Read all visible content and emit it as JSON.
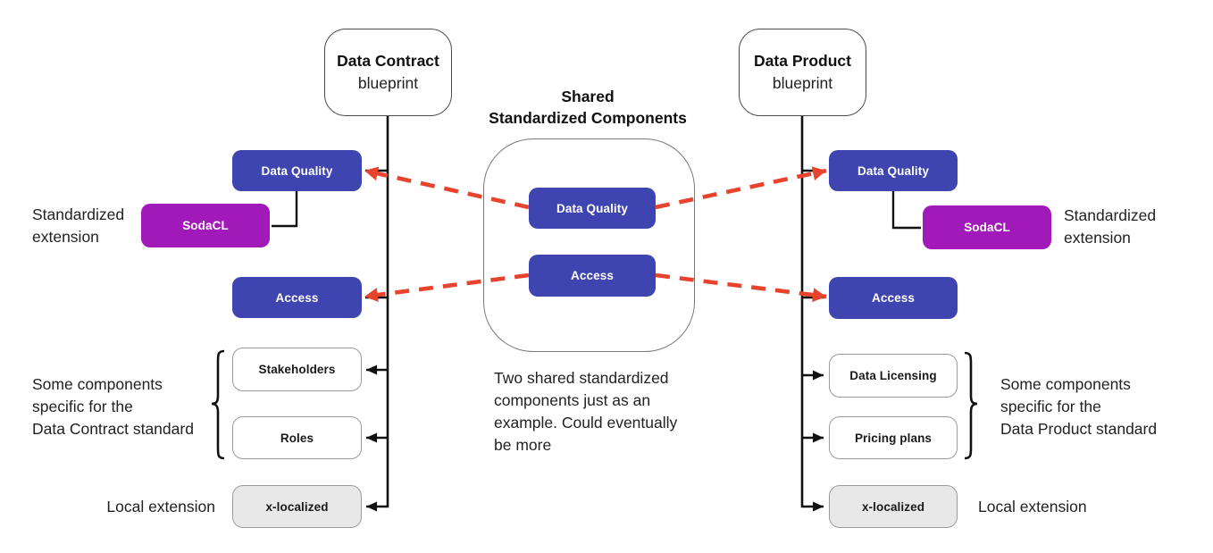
{
  "colors": {
    "blue": "#3F45B0",
    "purple": "#A219B9",
    "red": "#E8432C",
    "graybox": "#E8E8E8"
  },
  "center": {
    "title": "Shared\nStandardized Components",
    "boxes": {
      "data_quality": "Data Quality",
      "access": "Access"
    },
    "note": "Two shared standardized\ncomponents just as an\nexample. Could eventually\nbe more"
  },
  "left": {
    "blueprint_title": "Data Contract",
    "blueprint_subtitle": "blueprint",
    "boxes": {
      "data_quality": "Data Quality",
      "sodacl": "SodaCL",
      "access": "Access",
      "specific_items": [
        "Stakeholders",
        "Roles"
      ],
      "local": "x-localized"
    },
    "labels": {
      "standardized_extension": "Standardized\nextension",
      "specific": "Some components\nspecific for the\nData Contract standard",
      "local_extension": "Local extension"
    }
  },
  "right": {
    "blueprint_title": "Data Product",
    "blueprint_subtitle": "blueprint",
    "boxes": {
      "data_quality": "Data Quality",
      "sodacl": "SodaCL",
      "access": "Access",
      "specific_items": [
        "Data Licensing",
        "Pricing plans"
      ],
      "local": "x-localized"
    },
    "labels": {
      "standardized_extension": "Standardized\nextension",
      "specific": "Some components\nspecific for the\nData Product standard",
      "local_extension": "Local extension"
    }
  }
}
